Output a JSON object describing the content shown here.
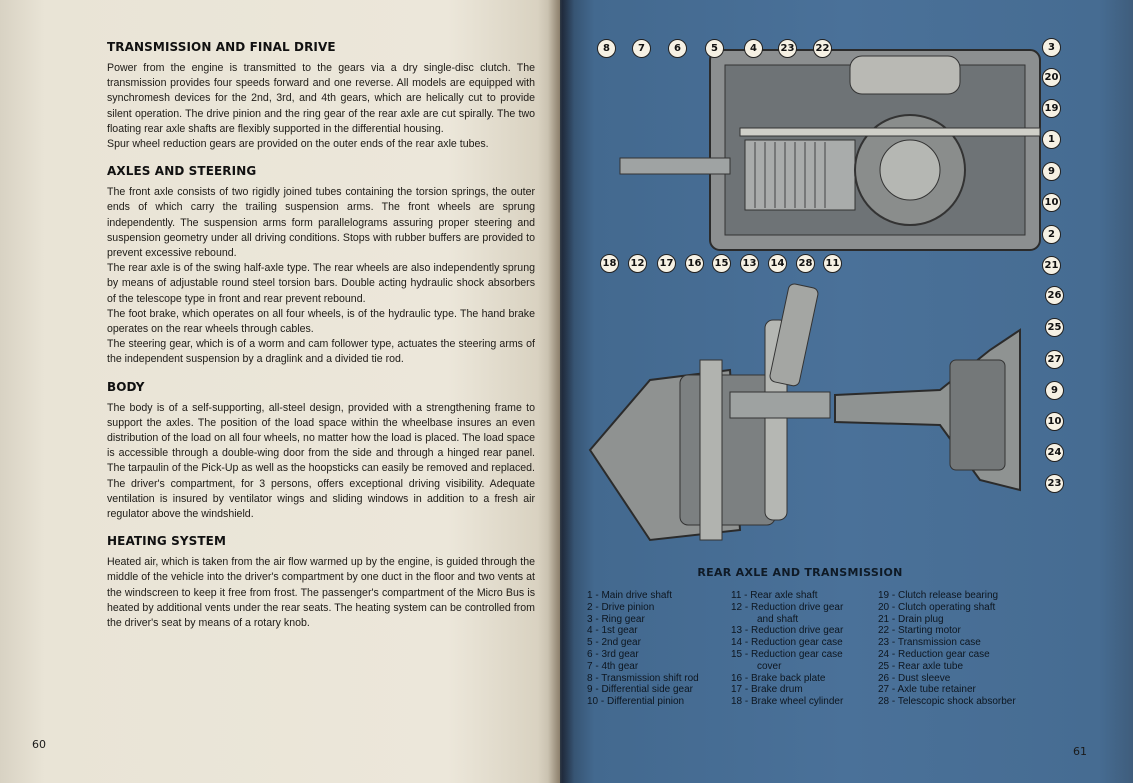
{
  "left_page": {
    "sections": [
      {
        "heading": "TRANSMISSION AND FINAL DRIVE",
        "paragraphs": [
          "Power from the engine is transmitted to the gears via a dry single-disc clutch. The transmission provides four speeds forward and one reverse. All models are equipped with synchromesh devices for the 2nd, 3rd, and 4th gears, which are helically cut to provide silent operation. The drive pinion and the ring gear of the rear axle are cut spirally. The two floating rear axle shafts are flexibly supported in the differential housing.",
          "Spur wheel reduction gears are provided on the outer ends of the rear axle tubes."
        ]
      },
      {
        "heading": "AXLES AND STEERING",
        "paragraphs": [
          "The front axle consists of two rigidly joined tubes containing the torsion springs, the outer ends of which carry the trailing suspension arms. The front wheels are sprung independently. The suspension arms form parallelograms assuring proper steering and suspension geometry under all driving conditions. Stops with rubber buffers are provided to prevent excessive rebound.",
          "The rear axle is of the swing half-axle type. The rear wheels are also independently sprung by means of adjustable round steel torsion bars. Double acting hydraulic shock absorbers of the telescope type in front and rear prevent rebound.",
          "The foot brake, which operates on all four wheels, is of the hydraulic type. The hand brake operates on the rear wheels through cables.",
          "The steering gear, which is of a worm and cam follower type, actuates the steering arms of the independent suspension by a draglink and a divided tie rod."
        ]
      },
      {
        "heading": "BODY",
        "paragraphs": [
          "The body is of a self-supporting, all-steel design, provided with a strengthening frame to support the axles. The position of the load space within the wheelbase insures an even distribution of the load on all four wheels, no matter how the load is placed. The load space is accessible through a double-wing door from the side and through a hinged rear panel. The tarpaulin of the Pick-Up as well as the hoopsticks can easily be removed and replaced. The driver's compartment, for 3 persons, offers exceptional driving visibility. Adequate ventilation is insured by ventilator wings and sliding windows in addition to a fresh air regulator above the windshield."
        ]
      },
      {
        "heading": "HEATING SYSTEM",
        "paragraphs": [
          "Heated air, which is taken from the air flow warmed up by the engine, is guided through the middle of the vehicle into the driver's compartment by one duct in the floor and two vents at the windscreen to keep it free from frost. The passenger's compartment of the Micro Bus is heated by additional vents under the rear seats. The heating system can be controlled from the driver's seat by means of a rotary knob."
        ]
      }
    ],
    "page_number": "60"
  },
  "right_page": {
    "figure_callouts_top": [
      "8",
      "7",
      "6",
      "5",
      "4",
      "23",
      "22"
    ],
    "figure_callouts_right_upper": [
      "3",
      "20",
      "19",
      "1",
      "9",
      "10",
      "2",
      "21"
    ],
    "figure_callouts_mid": [
      "18",
      "12",
      "17",
      "16",
      "15",
      "13",
      "14",
      "28",
      "11"
    ],
    "figure_callouts_right_lower": [
      "26",
      "25",
      "27",
      "9",
      "10",
      "24",
      "23"
    ],
    "caption": "REAR AXLE AND TRANSMISSION",
    "legend": [
      "1 - Main drive shaft",
      "2 - Drive pinion",
      "3 - Ring gear",
      "4 - 1st gear",
      "5 - 2nd gear",
      "6 - 3rd gear",
      "7 - 4th gear",
      "8 - Transmission shift rod",
      "9 - Differential side gear",
      "10 - Differential pinion",
      "11 - Rear axle shaft",
      "12 - Reduction drive gear",
      "and shaft",
      "13 - Reduction drive gear",
      "14 - Reduction gear case",
      "15 - Reduction gear case",
      "cover",
      "16 - Brake back plate",
      "17 - Brake drum",
      "18 - Brake wheel cylinder",
      "19 - Clutch release bearing",
      "20 - Clutch operating shaft",
      "21 - Drain plug",
      "22 - Starting motor",
      "23 - Transmission case",
      "24 - Reduction gear case",
      "25 - Rear axle tube",
      "26 - Dust sleeve",
      "27 - Axle tube retainer",
      "28 - Telescopic shock absorber"
    ],
    "page_number": "61"
  }
}
